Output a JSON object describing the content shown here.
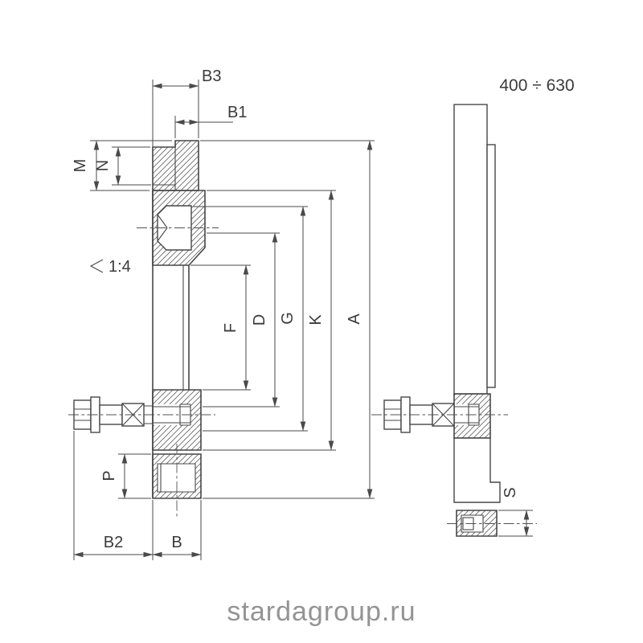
{
  "watermark": "stardagroup.ru",
  "annotations": {
    "size_range": "400 ÷ 630",
    "taper_ratio": "1:4"
  },
  "dimensions": {
    "b3": "B3",
    "b1": "B1",
    "m": "M",
    "n": "N",
    "f": "F",
    "d": "D",
    "g": "G",
    "k": "K",
    "a": "A",
    "p": "P",
    "b2": "B2",
    "b": "B",
    "s": "S"
  },
  "colors": {
    "outline": "#474747",
    "dimension_line": "#4a4a4a",
    "label_text": "#3b3b3b",
    "watermark_text": "#949494",
    "background": "#ffffff"
  }
}
